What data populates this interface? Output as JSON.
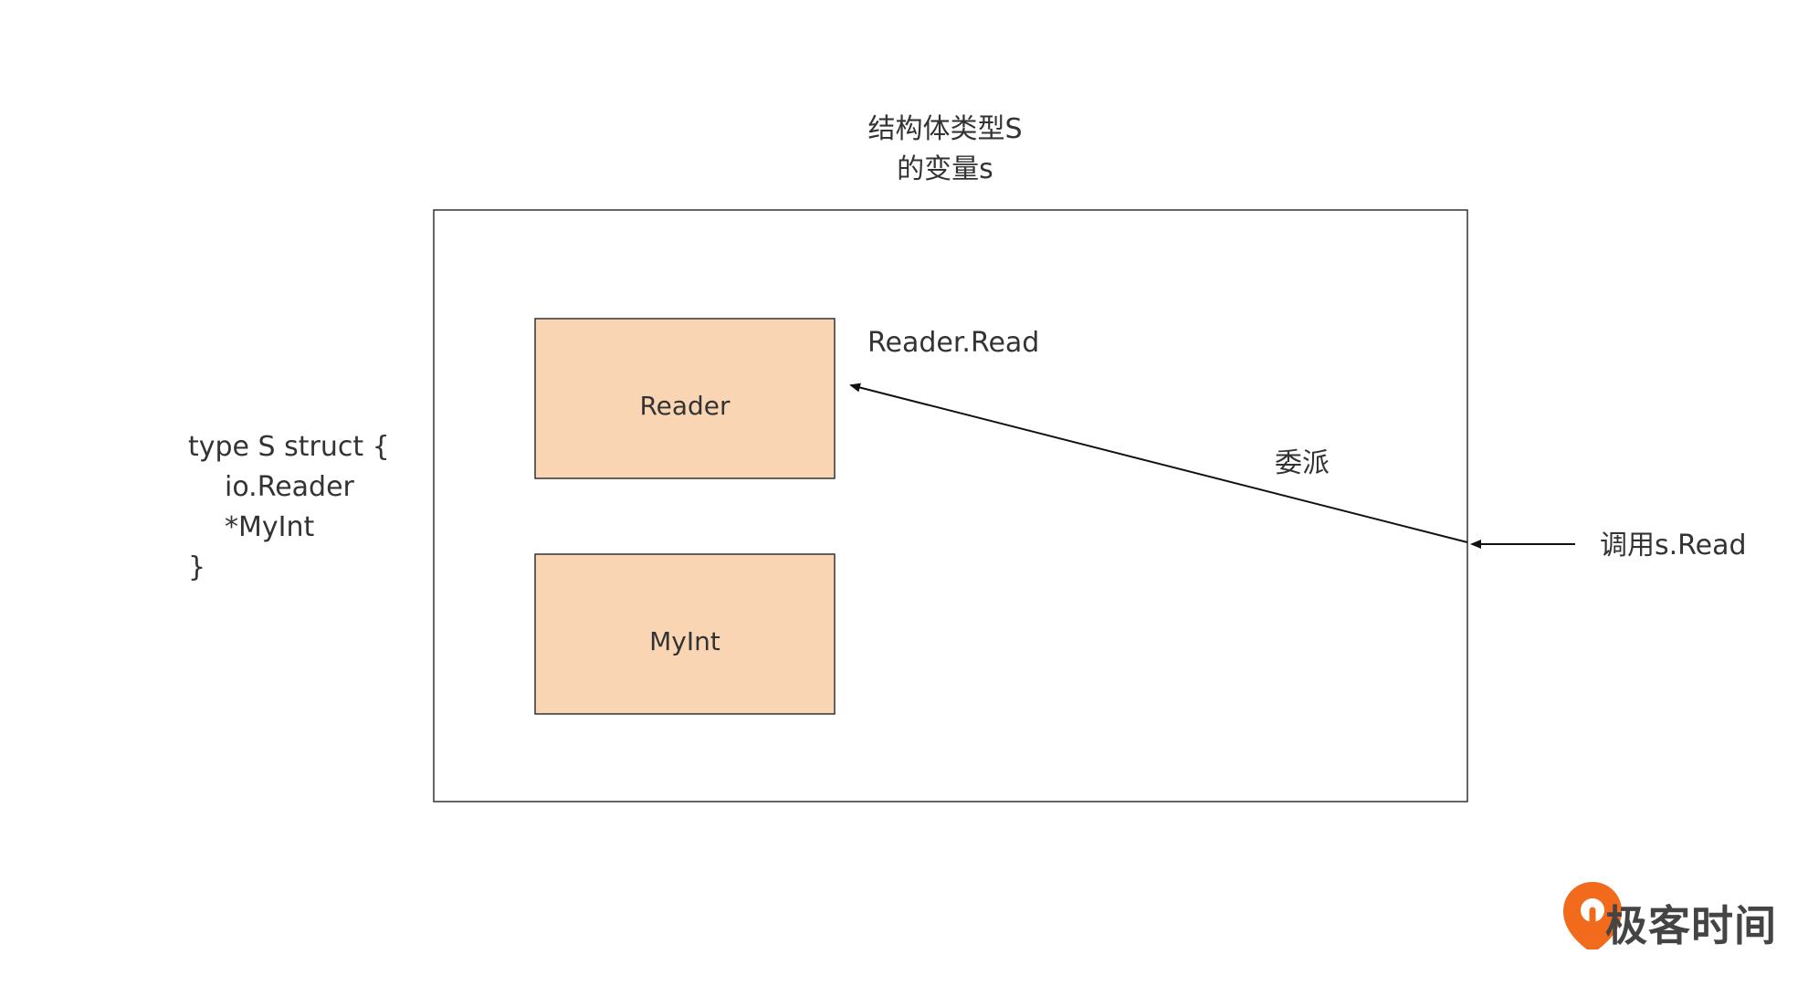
{
  "title": {
    "line1": "结构体类型S",
    "line2": "的变量s"
  },
  "boxes": {
    "reader": "Reader",
    "myint": "MyInt"
  },
  "labels": {
    "reader_read": "Reader.Read",
    "delegate": "委派",
    "call": "调用s.Read"
  },
  "code": {
    "line1": "type S struct {",
    "line2": "io.Reader",
    "line3": "*MyInt",
    "line4": "}"
  },
  "logo": {
    "text": "极客时间",
    "icon": "geektime-logo-icon"
  },
  "colors": {
    "box_fill": "#fad5b4",
    "stroke": "#333333",
    "logo_orange": "#f26a1b"
  }
}
